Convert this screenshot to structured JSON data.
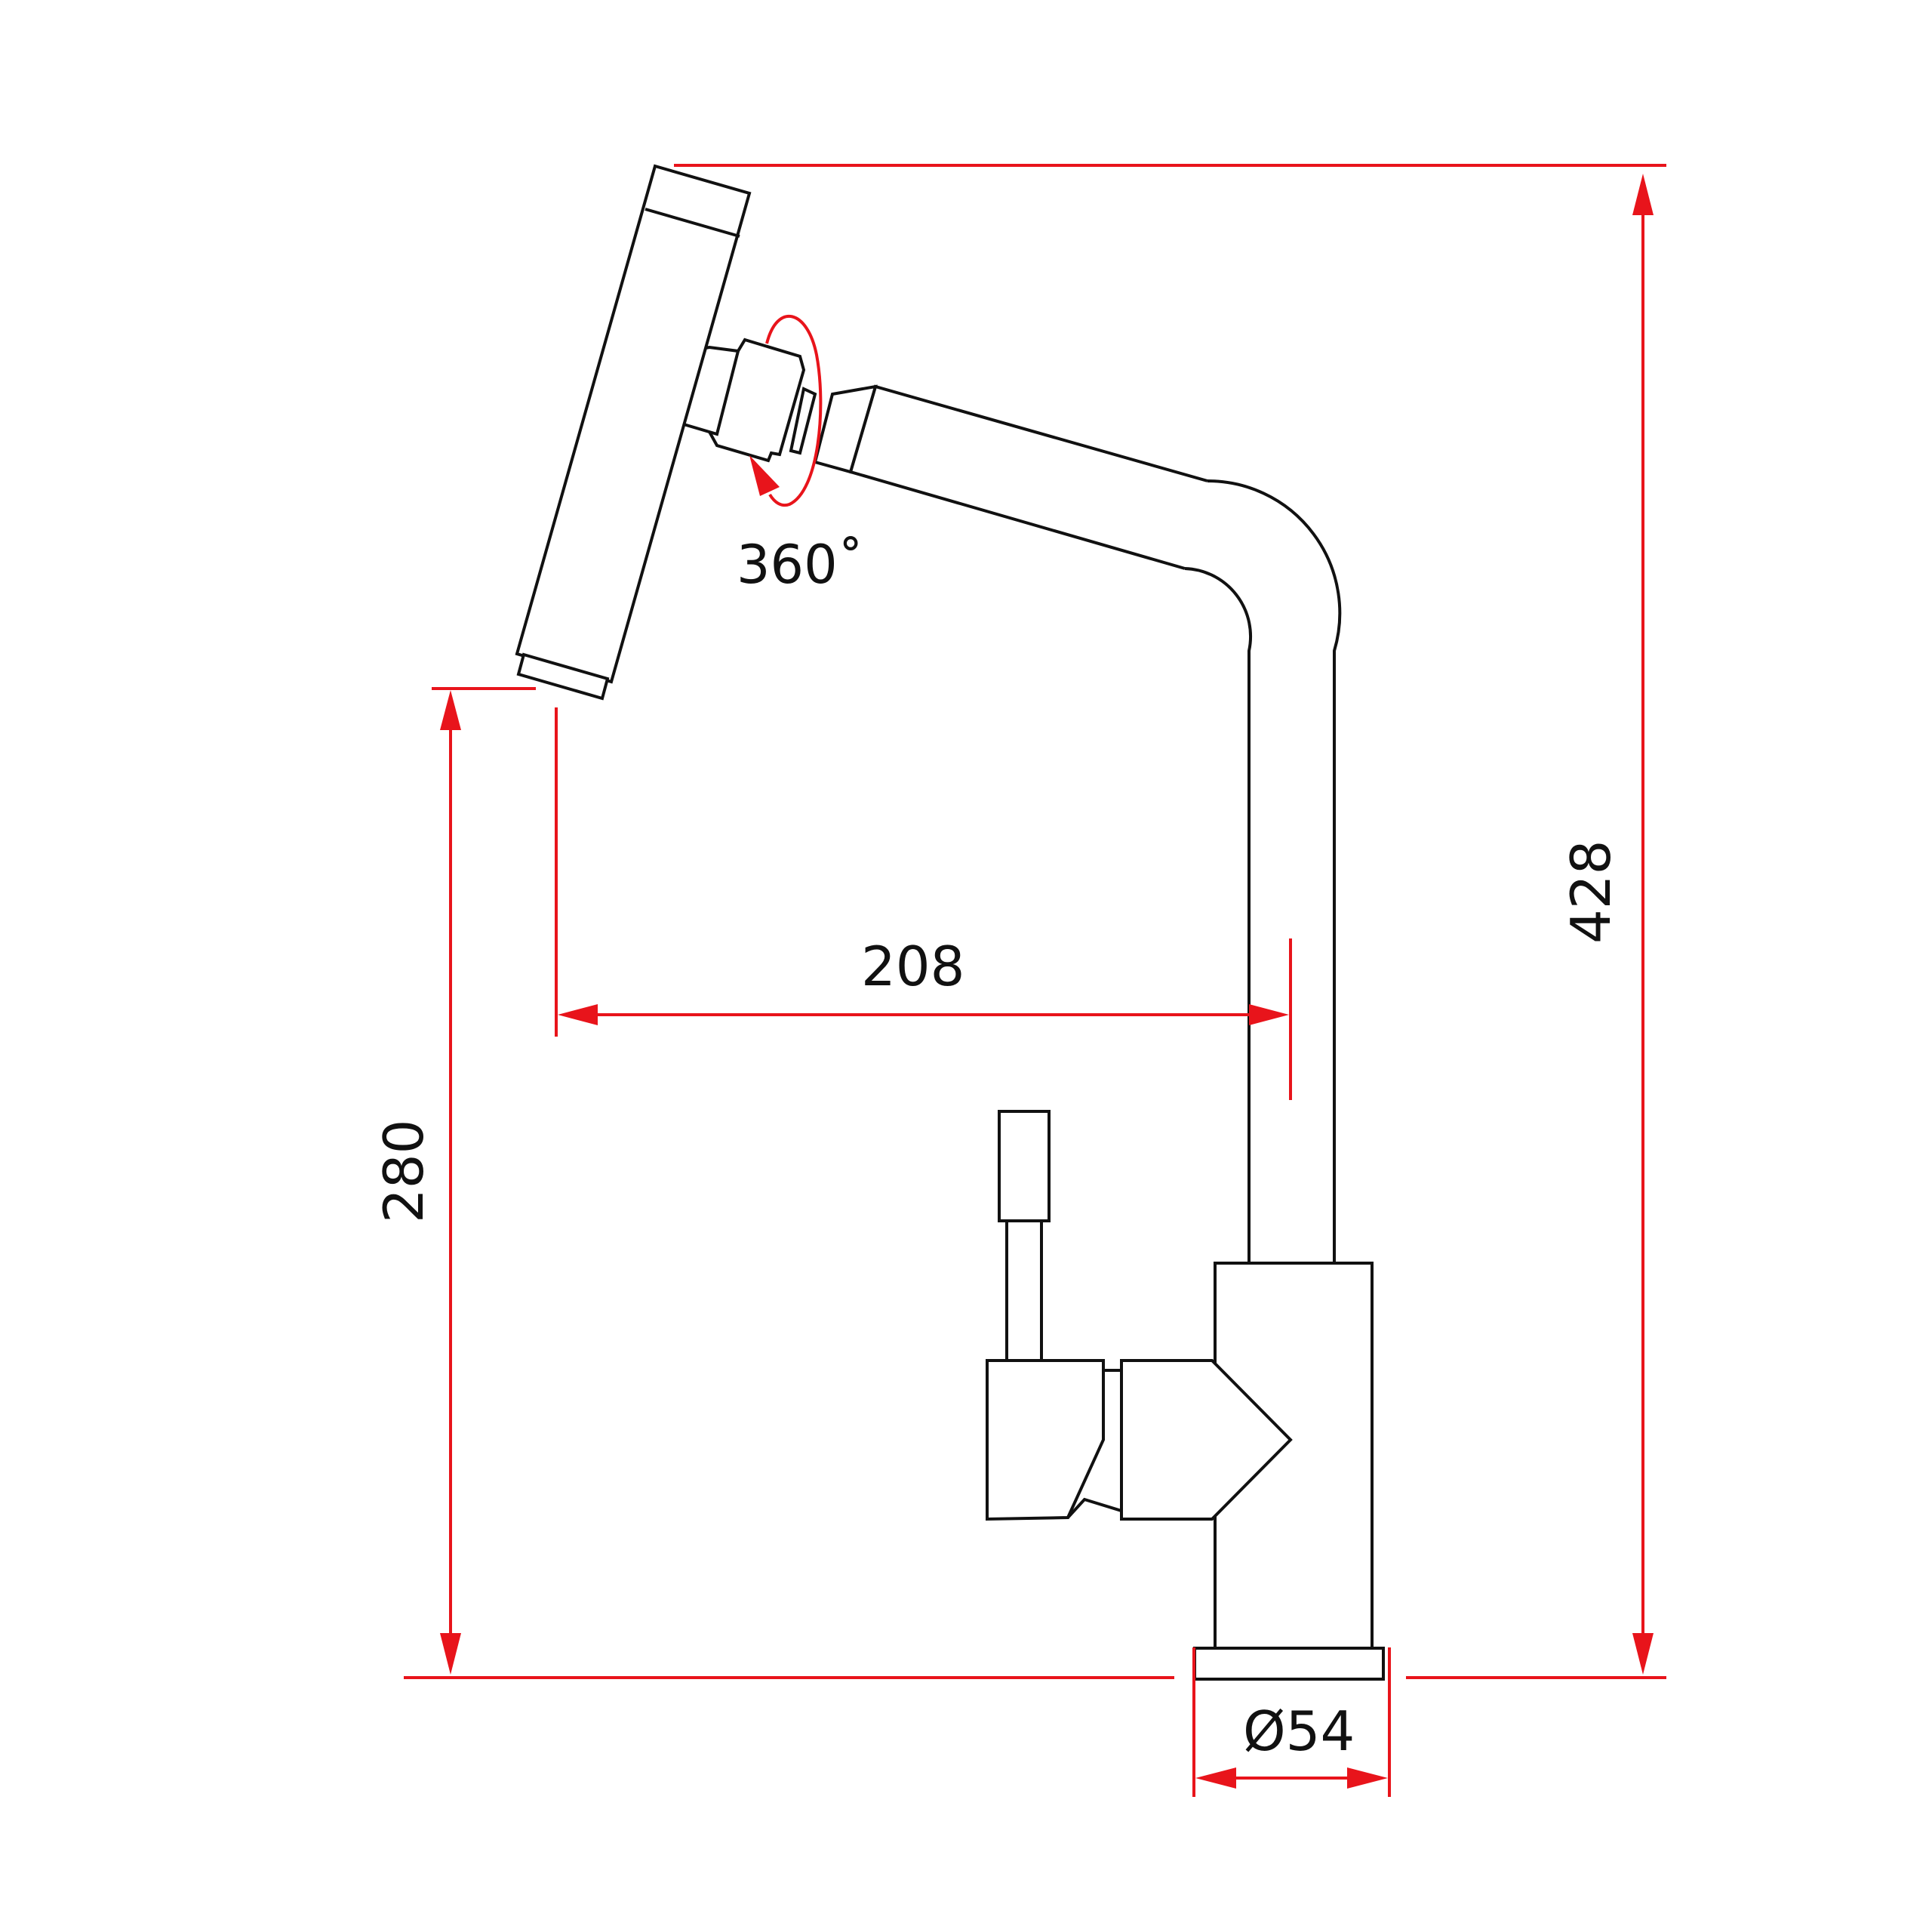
{
  "diagram": {
    "colors": {
      "outline": "#111111",
      "dimension": "#e8141b",
      "background": "#ffffff"
    },
    "labels": {
      "rotation": "360˚",
      "spout_reach": "208",
      "spout_height": "280",
      "total_height": "428",
      "base_diameter": "Ø54"
    }
  }
}
